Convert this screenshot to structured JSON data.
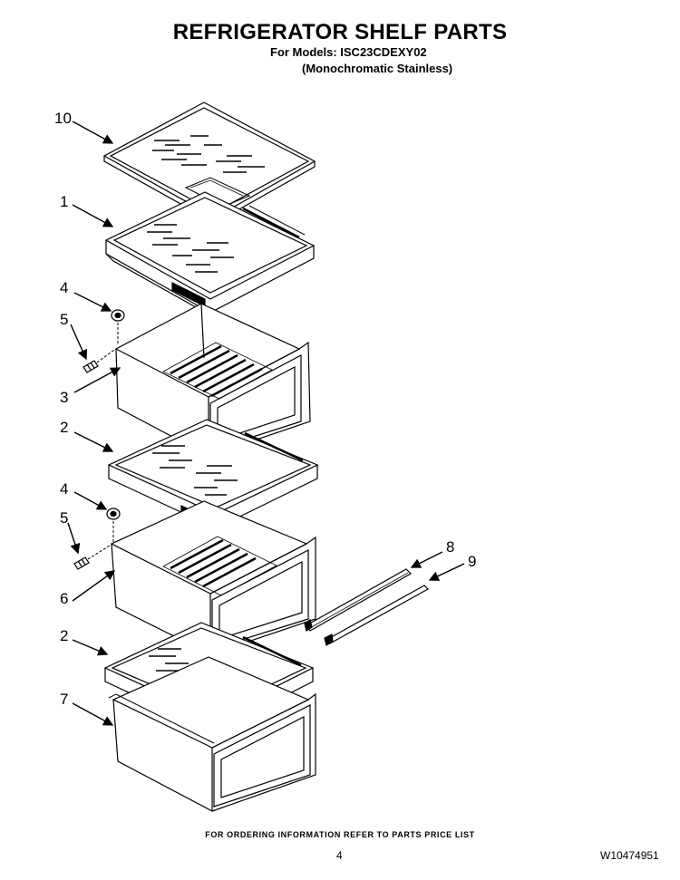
{
  "header": {
    "title": "REFRIGERATOR SHELF PARTS",
    "models_line": "For Models: ISC23CDEXY02",
    "variant_line": "(Monochromatic Stainless)"
  },
  "callouts": {
    "c10": "10",
    "c1": "1",
    "c4a": "4",
    "c5a": "5",
    "c3": "3",
    "c2a": "2",
    "c4b": "4",
    "c5b": "5",
    "c6": "6",
    "c2b": "2",
    "c7": "7",
    "c8": "8",
    "c9": "9"
  },
  "footer": {
    "ordering_note": "FOR ORDERING INFORMATION REFER TO PARTS PRICE LIST",
    "page_number": "4",
    "document_number": "W10474951"
  }
}
